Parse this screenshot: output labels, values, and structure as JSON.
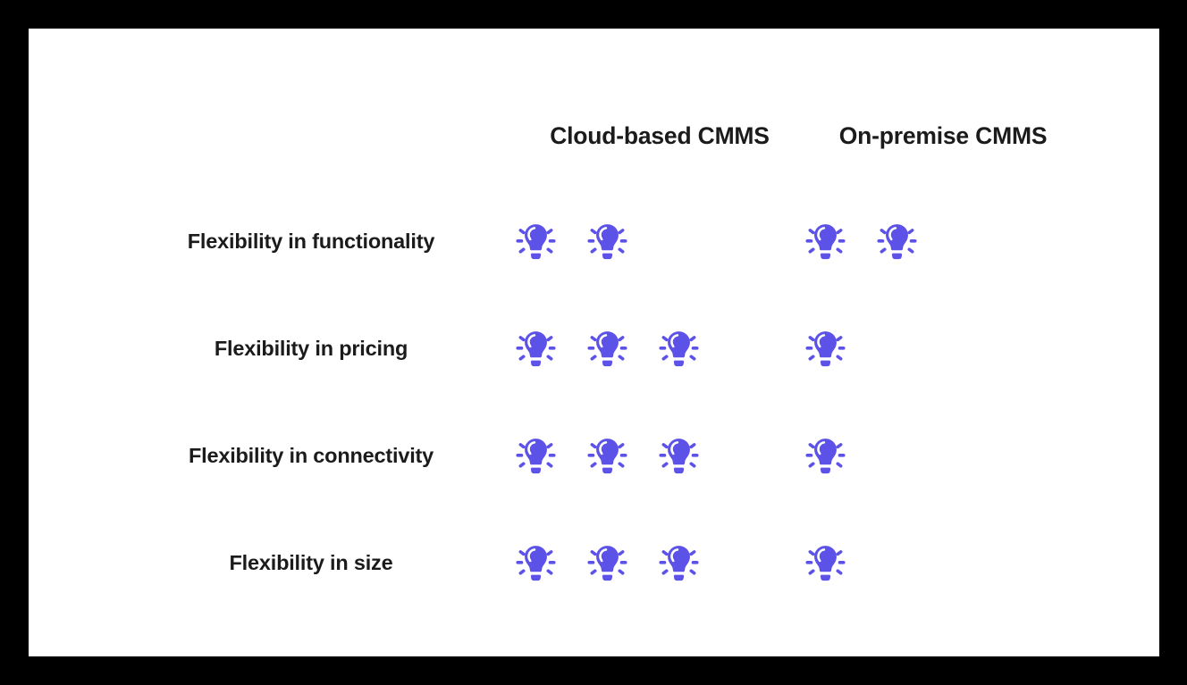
{
  "card": {
    "background_color": "#ffffff",
    "page_background_color": "#000000"
  },
  "theme": {
    "accent_color": "#5c52e8",
    "text_color": "#1b1b1b",
    "divider_color": "#ededed"
  },
  "table": {
    "columns": [
      {
        "key": "criterion",
        "label": ""
      },
      {
        "key": "cloud",
        "label": "Cloud-based CMMS"
      },
      {
        "key": "onpremise",
        "label": "On-premise CMMS"
      }
    ],
    "rows": [
      {
        "criterion": "Flexibility in functionality",
        "cloud": 2,
        "onpremise": 2
      },
      {
        "criterion": "Flexibility in pricing",
        "cloud": 3,
        "onpremise": 1
      },
      {
        "criterion": "Flexibility in connectivity",
        "cloud": 3,
        "onpremise": 1
      },
      {
        "criterion": "Flexibility in size",
        "cloud": 3,
        "onpremise": 1
      }
    ]
  },
  "icons": {
    "rating_icon": "lightbulb-icon"
  }
}
